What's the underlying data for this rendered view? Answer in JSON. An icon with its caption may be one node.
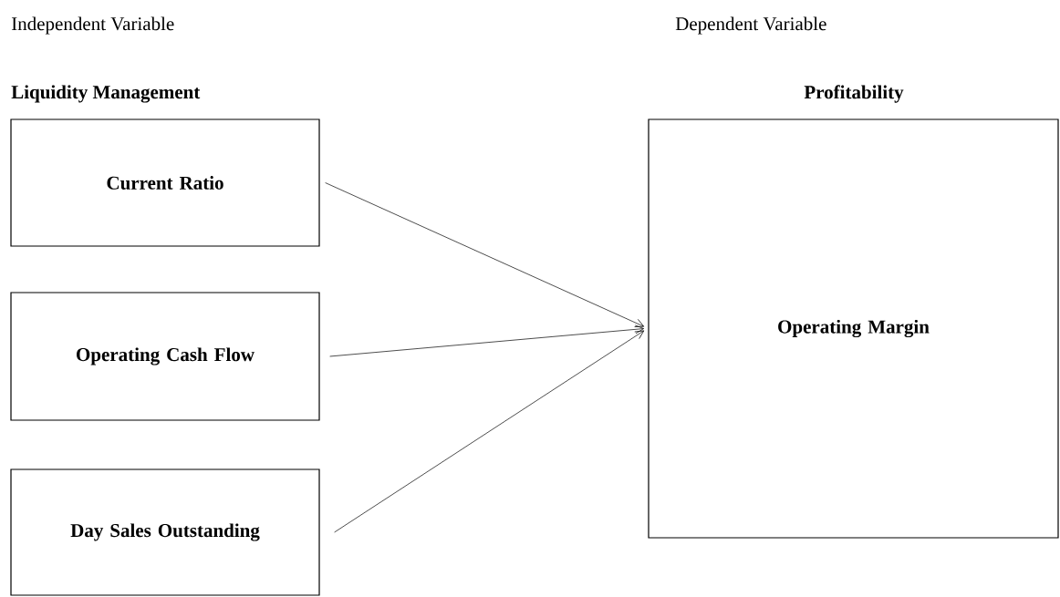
{
  "diagram": {
    "nodes": [
      {
        "text": [
          "Current Ratio"
        ]
      },
      {
        "text": [
          "Operating Cash Flow"
        ]
      },
      {
        "text": [
          "Day Sales Outstanding"
        ]
      },
      {
        "text": [
          "Operating Margin"
        ]
      }
    ],
    "edges": [
      {
        "from": 0,
        "to": 3,
        "arrow": "to"
      },
      {
        "from": 1,
        "to": 3,
        "arrow": "to"
      },
      {
        "from": 2,
        "to": 3,
        "arrow": "to"
      }
    ],
    "labels": [
      "Independent Variable",
      "Dependent Variable",
      "Liquidity Management",
      "Profitability"
    ]
  }
}
